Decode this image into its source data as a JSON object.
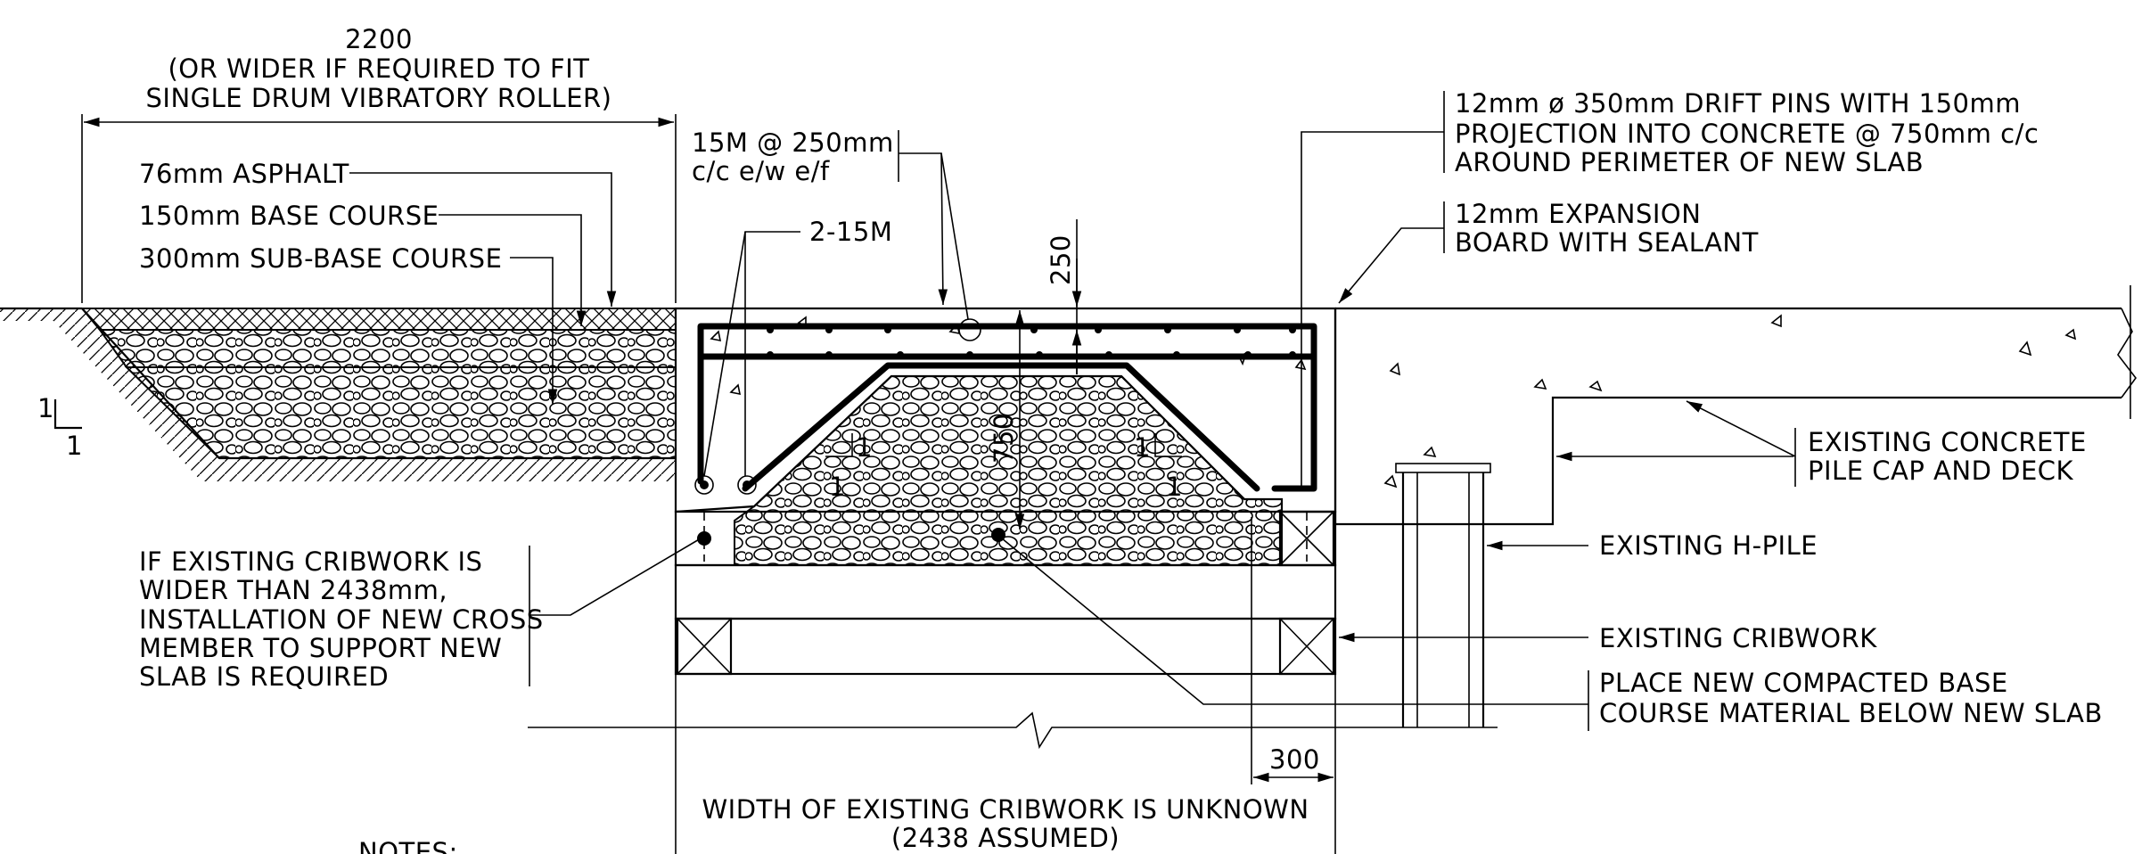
{
  "dimensions": {
    "top_width_line1": "2200",
    "top_width_line2": "(OR WIDER IF REQUIRED TO FIT",
    "top_width_line3": "SINGLE DRUM VIBRATORY ROLLER)",
    "slab_depth": "250",
    "base_depth": "750",
    "offset_300": "300",
    "slope_run": "1",
    "slope_rise": "1"
  },
  "pavement_labels": [
    "76mm ASPHALT",
    "150mm BASE COURSE",
    "300mm SUB-BASE COURSE"
  ],
  "rebar": {
    "mesh_line1": "15M @ 250mm",
    "mesh_line2": "c/c e/w e/f",
    "bars": "2-15M"
  },
  "drift_pins": [
    "12mm ø 350mm DRIFT PINS WITH 150mm",
    "PROJECTION INTO CONCRETE @ 750mm c/c",
    "AROUND PERIMETER OF NEW SLAB"
  ],
  "expansion_board": [
    "12mm EXPANSION",
    "BOARD WITH SEALANT"
  ],
  "existing": {
    "pile_cap": [
      "EXISTING CONCRETE",
      "PILE CAP AND DECK"
    ],
    "h_pile": "EXISTING H-PILE",
    "cribwork": "EXISTING CRIBWORK",
    "base_course": [
      "PLACE NEW COMPACTED BASE",
      "COURSE MATERIAL BELOW NEW SLAB"
    ]
  },
  "cribwork_note": [
    "IF EXISTING CRIBWORK IS",
    "WIDER THAN 2438mm,",
    "INSTALLATION OF NEW CROSS",
    "MEMBER TO SUPPORT NEW",
    "SLAB IS REQUIRED"
  ],
  "cribwork_width": [
    "WIDTH OF EXISTING CRIBWORK IS UNKNOWN",
    "(2438 ASSUMED)"
  ],
  "notes_heading": "NOTES:"
}
